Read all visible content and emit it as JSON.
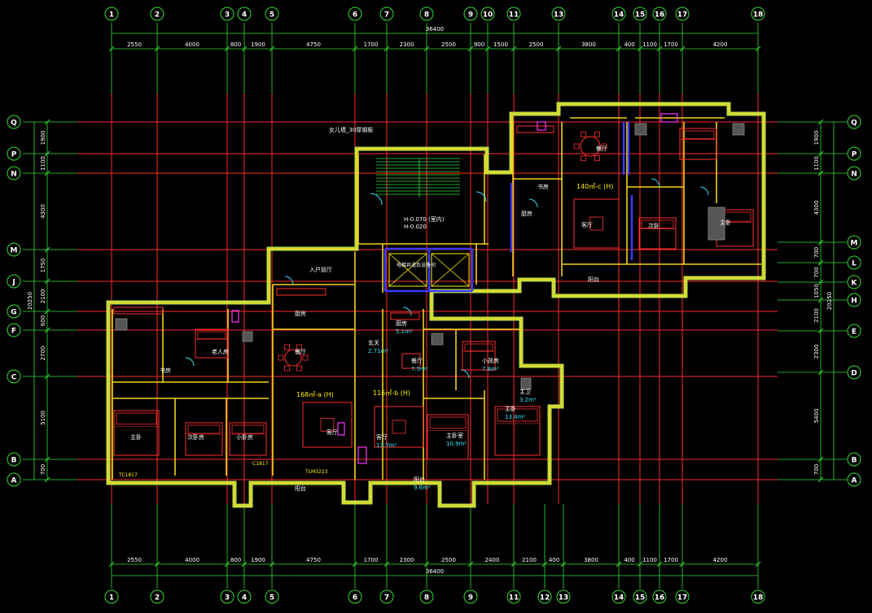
{
  "colors": {
    "background": "#000000",
    "grid": "#ff2a2a",
    "dim": "#33dd33",
    "bubble": "#33dd33",
    "bubble_text": "#ffffff",
    "wall_outer": "#b8e04a",
    "wall_inner": "#f2d21a",
    "wall_blue": "#3a3aff",
    "furniture": "#ff3030",
    "label": "#ffffff",
    "area": "#33e5ff",
    "magenta": "#ff33ff",
    "yellow": "#ffee00"
  },
  "col_axes": [
    "1",
    "2",
    "3",
    "4",
    "5",
    "6",
    "7",
    "8",
    "9",
    "10",
    "11",
    "13",
    "14",
    "15",
    "16",
    "17",
    "18"
  ],
  "col_axes_bottom": [
    "1",
    "2",
    "3",
    "4",
    "5",
    "6",
    "7",
    "8",
    "9",
    "11",
    "12",
    "13",
    "14",
    "15",
    "16",
    "17",
    "18"
  ],
  "row_axes_left": [
    "Q",
    "P",
    "N",
    "M",
    "J",
    "G",
    "F",
    "C",
    "B",
    "A"
  ],
  "row_axes_right": [
    "Q",
    "P",
    "N",
    "M",
    "L",
    "K",
    "H",
    "E",
    "D",
    "B",
    "A"
  ],
  "top_dims": [
    "2550",
    "4000",
    "800",
    "1900",
    "4750",
    "1700",
    "2300",
    "2500",
    "900",
    "1500",
    "2500",
    "3800",
    "400",
    "1100",
    "1700",
    "4200"
  ],
  "top_total": "36400",
  "bottom_dims": [
    "2550",
    "4000",
    "800",
    "1900",
    "4750",
    "1700",
    "2300",
    "2500",
    "2400",
    "2100",
    "400",
    "3800",
    "400",
    "1100",
    "1700",
    "4200"
  ],
  "bottom_total": "36400",
  "left_dims": [
    "1900",
    "1100",
    "4300",
    "1750",
    "2100",
    "600",
    "2700",
    "5100",
    "700"
  ],
  "left_total": "20250",
  "right_dims": [
    "1900",
    "1100",
    "4300",
    "700",
    "700",
    "1050",
    "2100",
    "2300",
    "5400",
    "700"
  ],
  "right_total": "20250",
  "labels": {
    "roof_note": "女儿墙_30厚钢板",
    "stair_level1": "H-0.070 (室内)",
    "stair_level2": "H-0.020",
    "entrance": "入户前厅",
    "elevator_note": "电梯井道及设备间",
    "unit_left": "168㎡-a (H)",
    "unit_middle": "116㎡-b (H)",
    "unit_right": "140㎡-c (H)",
    "living_left": "客厅",
    "dining_left": "餐厅",
    "master_left": "主卧",
    "elder_room": "老人房",
    "bed_left_1": "次卧房",
    "bed_left_2": "小卧房",
    "kitchen_left": "厨房",
    "balcony_left": "阳台",
    "study": "书房",
    "entry_mid": "玄关",
    "entry_mid_area": "2.71m²",
    "kitchen_mid": "厨房",
    "kitchen_mid_area": "5.1m²",
    "dining_mid": "餐厅",
    "dining_mid_area": "7.5m²",
    "living_mid": "客厅",
    "living_mid_area": "13.7m²",
    "master_mid": "主卧室",
    "master_mid_area": "10.9m²",
    "child_room": "小孩房",
    "child_area": "7.8m²",
    "bath_mid": "主卫",
    "bath_mid_area": "3.2m²",
    "master_bed2": "主卧",
    "master_bed2_area": "13.4m²",
    "balcony_mid": "阳台",
    "balcony_mid_area": "9.6m²",
    "living_right": "客厅",
    "kitchen_right": "厨房",
    "dining_right": "餐厅",
    "master_right": "主卧",
    "bed_right": "次卧",
    "study_right": "书房",
    "balcony_right": "阳台",
    "window_tag_1": "C1817",
    "window_tag_2": "TLM3223",
    "window_tag_3": "TC1817"
  }
}
